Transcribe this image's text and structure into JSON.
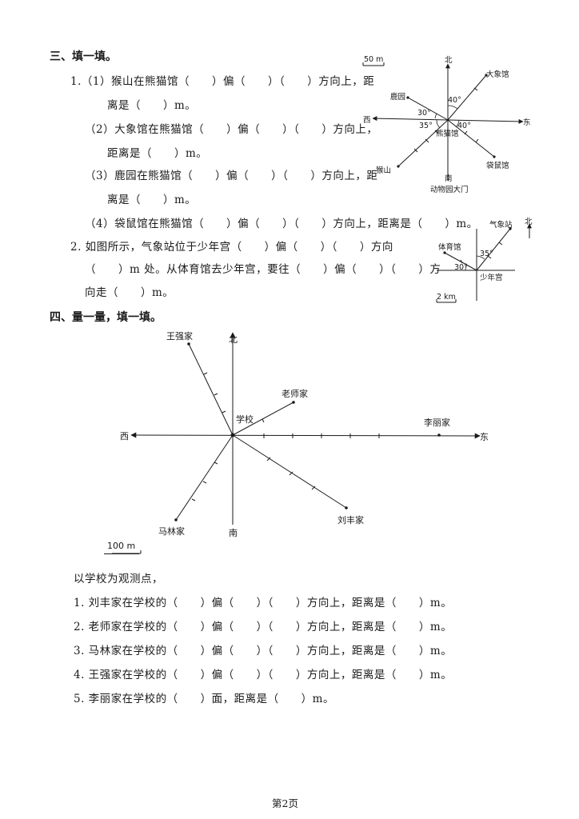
{
  "section3": {
    "title": "三、填一填。",
    "q1": {
      "line1": "1.（1）猴山在熊猫馆（　　）偏（　　）（　　）方向上，距",
      "line2": "离是（　　）m。",
      "line3": "（2）大象馆在熊猫馆（　　）偏（　　）（　　）方向上，",
      "line4": "距离是（　　）m。",
      "line5": "（3）鹿园在熊猫馆（　　）偏（　　）（　　）方向上，距",
      "line6": "离是（　　）m。",
      "line7": "（4）袋鼠馆在熊猫馆（　　）偏（　　）（　　）方向上，距离是（　　）m。"
    },
    "q2": {
      "line1": "2. 如图所示，气象站位于少年宫（　　）偏（　　）（　　）方向",
      "line2": "（　　）m 处。从体育馆去少年宫，要往（　　）偏（　　）（　　）方",
      "line3": "向走（　　）m。"
    },
    "zoo_map": {
      "scale": "50 m",
      "north": "北",
      "south": "南",
      "east": "东",
      "west": "西",
      "center": "熊猫馆",
      "elephant": "大象馆",
      "deer": "鹿园",
      "monkey": "猴山",
      "kangaroo": "袋鼠馆",
      "gate": "动物园大门",
      "angle_elephant": "40°",
      "angle_deer": "30°",
      "angle_monkey": "35°",
      "angle_kangaroo": "40°"
    },
    "weather_map": {
      "weather_station": "气象站",
      "gym": "体育馆",
      "youth_palace": "少年宫",
      "north": "北",
      "angle_gym": "30°",
      "angle_weather": "35°",
      "scale": "2 km"
    }
  },
  "section4": {
    "title": "四、量一量，填一填。",
    "map": {
      "north": "北",
      "south": "南",
      "east": "东",
      "west": "西",
      "school": "学校",
      "wang": "王强家",
      "teacher": "老师家",
      "li": "李丽家",
      "liu": "刘丰家",
      "ma": "马林家",
      "scale": "100 m"
    },
    "intro": "以学校为观测点，",
    "q1": "1. 刘丰家在学校的（　　）偏（　　）（　　）方向上，距离是（　　）m。",
    "q2": "2. 老师家在学校的（　　）偏（　　）（　　）方向上，距离是（　　）m。",
    "q3": "3. 马林家在学校的（　　）偏（　　）（　　）方向上，距离是（　　）m。",
    "q4": "4. 王强家在学校的（　　）偏（　　）（　　）方向上，距离是（　　）m。",
    "q5": "5. 李丽家在学校的（　　）面，距离是（　　）m。"
  },
  "footer": {
    "page": "第2页"
  }
}
